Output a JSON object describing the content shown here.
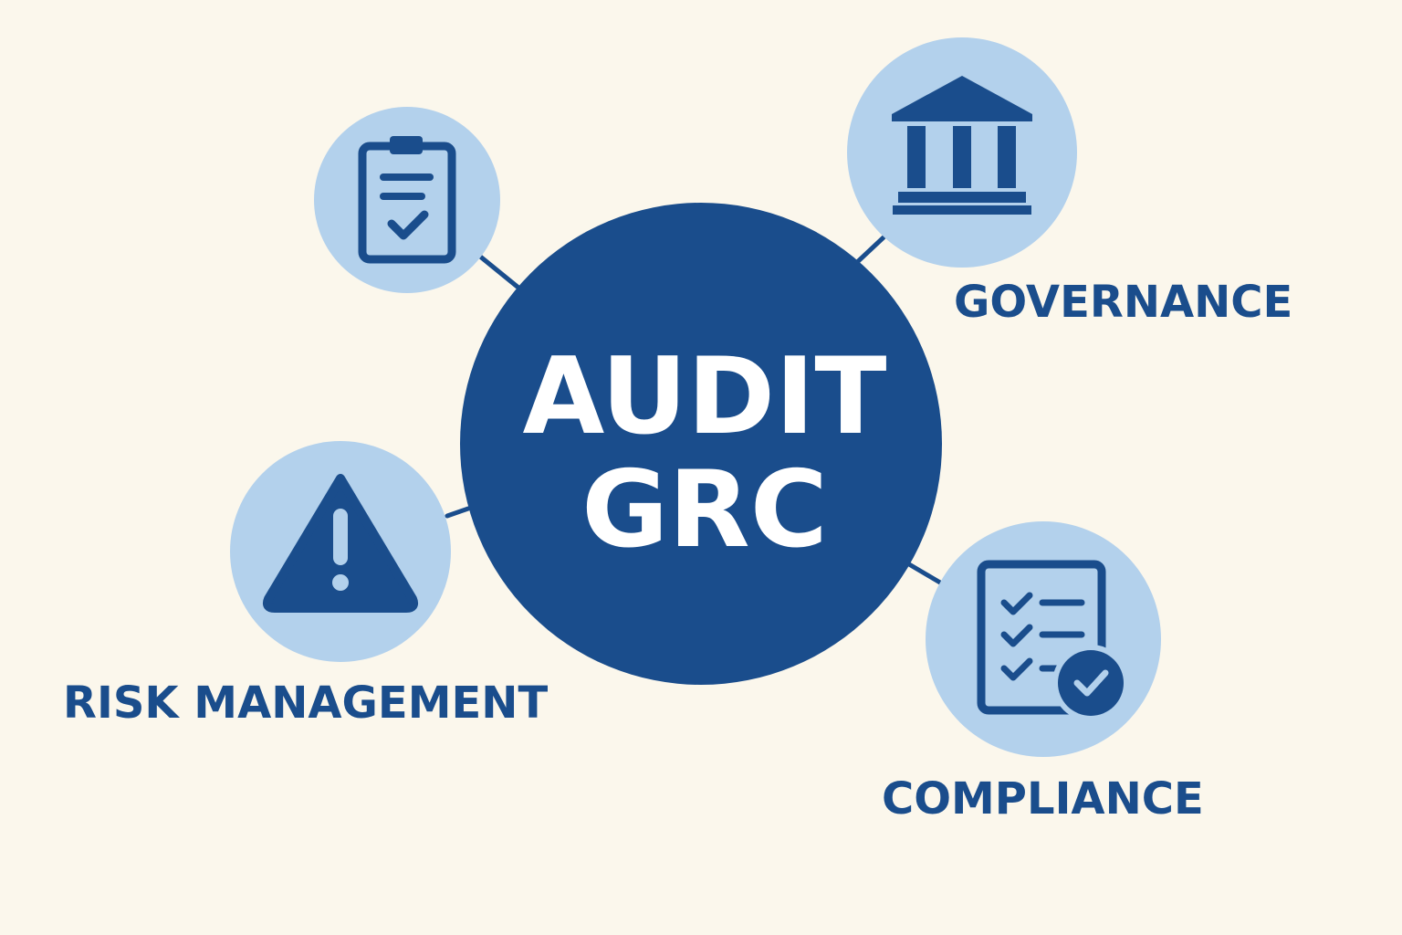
{
  "center": {
    "line1": "AUDIT",
    "line2": "GRC"
  },
  "nodes": {
    "governance": {
      "label": "GOVERNANCE",
      "icon": "bank-building-icon"
    },
    "risk_management": {
      "label": "RISK MANAGEMENT",
      "icon": "warning-triangle-icon"
    },
    "compliance": {
      "label": "COMPLIANCE",
      "icon": "checklist-verified-icon"
    },
    "audit": {
      "icon": "clipboard-check-icon"
    }
  },
  "colors": {
    "background": "#fbf7ec",
    "primary": "#1a4d8c",
    "node_fill": "#b3d1ec",
    "center_text": "#ffffff"
  }
}
